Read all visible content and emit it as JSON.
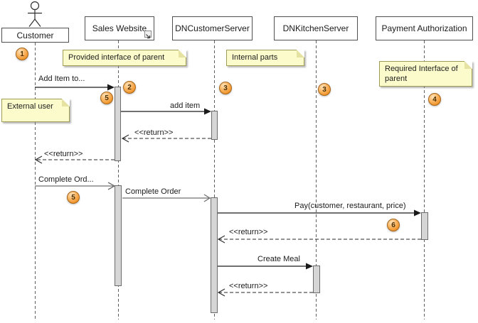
{
  "diagram": {
    "kind": "uml-sequence-diagram",
    "colors": {
      "note_fill": "#fbfbcb",
      "note_border": "#a29d55",
      "badge_fill": "#f39b33",
      "badge_border": "#a3641a",
      "activation_fill": "#d6d6d6",
      "sync_arrow": "#1a1a1a",
      "async_arrow": "#707070",
      "box_border": "#4f4f4f"
    }
  },
  "lifelines": [
    {
      "name": "Customer",
      "kind": "actor"
    },
    {
      "name": "Sales Website",
      "kind": "object",
      "has_ref_icon": true
    },
    {
      "name": "DNCustomerServer",
      "kind": "object"
    },
    {
      "name": "DNKitchenServer",
      "kind": "object"
    },
    {
      "name": "Payment Authorization",
      "kind": "object"
    }
  ],
  "notes": [
    {
      "text": "Provided interface of parent"
    },
    {
      "text": "Internal parts"
    },
    {
      "text": "Required Interface of parent"
    },
    {
      "text": "External user"
    }
  ],
  "messages": [
    {
      "label": "Add Item to...",
      "type": "sync",
      "from": "Customer",
      "to": "Sales Website"
    },
    {
      "label": "add item",
      "type": "sync",
      "from": "Sales Website",
      "to": "DNCustomerServer"
    },
    {
      "label": "<<return>>",
      "type": "return",
      "from": "DNCustomerServer",
      "to": "Sales Website"
    },
    {
      "label": "<<return>>",
      "type": "return",
      "from": "Sales Website",
      "to": "Customer"
    },
    {
      "label": "Complete Ord...",
      "type": "async",
      "from": "Customer",
      "to": "Sales Website"
    },
    {
      "label": "Complete Order",
      "type": "async",
      "from": "Sales Website",
      "to": "DNCustomerServer"
    },
    {
      "label": "Pay(customer, restaurant, price)",
      "type": "sync",
      "from": "DNCustomerServer",
      "to": "Payment Authorization"
    },
    {
      "label": "<<return>>",
      "type": "return",
      "from": "Payment Authorization",
      "to": "DNCustomerServer"
    },
    {
      "label": "Create Meal",
      "type": "sync",
      "from": "DNCustomerServer",
      "to": "DNKitchenServer"
    },
    {
      "label": "<<return>>",
      "type": "return",
      "from": "DNKitchenServer",
      "to": "DNCustomerServer"
    }
  ],
  "badges": [
    {
      "number": "1"
    },
    {
      "number": "2"
    },
    {
      "number": "3"
    },
    {
      "number": "3"
    },
    {
      "number": "4"
    },
    {
      "number": "5"
    },
    {
      "number": "5"
    },
    {
      "number": "6"
    }
  ]
}
